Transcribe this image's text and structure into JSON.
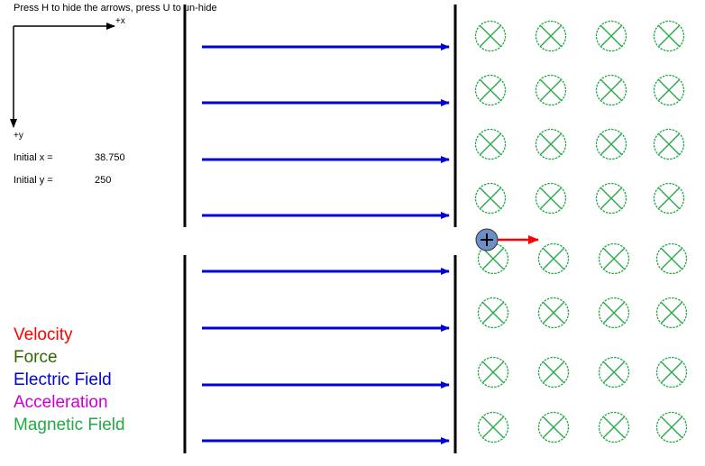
{
  "instructions": "Press H to hide the arrows, press U to un-hide",
  "axes": {
    "x_label": "+x",
    "y_label": "+y"
  },
  "readouts": [
    {
      "label": "Initial x =",
      "value": "38.750"
    },
    {
      "label": "Initial y =",
      "value": "250"
    }
  ],
  "legend": [
    {
      "label": "Velocity",
      "color": "#ff0000"
    },
    {
      "label": "Force",
      "color": "#336600"
    },
    {
      "label": "Electric Field",
      "color": "#0000e0"
    },
    {
      "label": "Acceleration",
      "color": "#cc00cc"
    },
    {
      "label": "Magnetic Field",
      "color": "#22aa44"
    }
  ],
  "colors": {
    "plate": "#000000",
    "electric_field": "#0000dd",
    "magnetic_field": "#22aa44",
    "velocity": "#ff0000",
    "particle_fill": "#6b8fc7",
    "particle_stroke": "#333333"
  },
  "field_symbols": {
    "magnetic": "into-page-cross-icon",
    "particle": "positive-charge-icon"
  }
}
